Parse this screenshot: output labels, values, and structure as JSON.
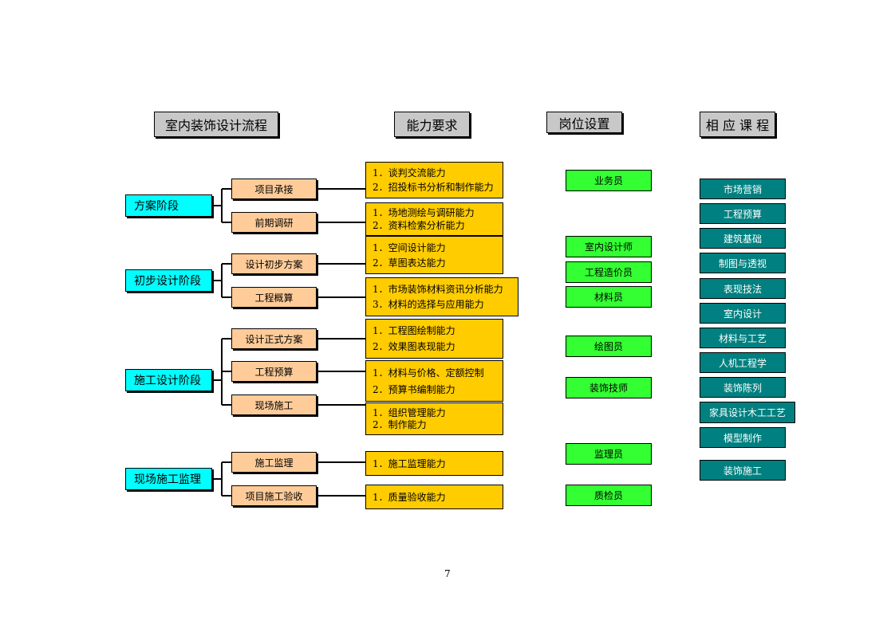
{
  "headers": {
    "process": "室内装饰设计流程",
    "ability": "能力要求",
    "position": "岗位设置",
    "courses": "相 应 课 程"
  },
  "stages": [
    {
      "label": "方案阶段"
    },
    {
      "label": "初步设计阶段"
    },
    {
      "label": "施工设计阶段"
    },
    {
      "label": "现场施工监理"
    }
  ],
  "substeps": [
    {
      "label": "项目承接"
    },
    {
      "label": "前期调研"
    },
    {
      "label": "设计初步方案"
    },
    {
      "label": "工程概算"
    },
    {
      "label": "设计正式方案"
    },
    {
      "label": "工程预算"
    },
    {
      "label": "现场施工"
    },
    {
      "label": "施工监理"
    },
    {
      "label": "项目施工验收"
    }
  ],
  "abilities": [
    {
      "lines": [
        "1．谈判交流能力",
        "2．招投标书分析和制作能力"
      ]
    },
    {
      "lines": [
        "1．场地测绘与调研能力",
        "2．资料检索分析能力"
      ]
    },
    {
      "lines": [
        "1．空间设计能力",
        "2．草图表达能力"
      ]
    },
    {
      "lines": [
        "1．市场装饰材料资讯分析能力",
        "3．材料的选择与应用能力"
      ]
    },
    {
      "lines": [
        "1．工程图绘制能力",
        "2．效果图表现能力"
      ]
    },
    {
      "lines": [
        "1．材料与价格、定额控制",
        "2．预算书编制能力"
      ]
    },
    {
      "lines": [
        "1．组织管理能力",
        "2．制作能力"
      ]
    },
    {
      "lines": [
        "1．施工监理能力"
      ]
    },
    {
      "lines": [
        "1．质量验收能力"
      ]
    }
  ],
  "positions": [
    {
      "label": "业务员"
    },
    {
      "label": "室内设计师"
    },
    {
      "label": "工程造价员"
    },
    {
      "label": "材料员"
    },
    {
      "label": "绘图员"
    },
    {
      "label": "装饰技师"
    },
    {
      "label": "监理员"
    },
    {
      "label": "质检员"
    }
  ],
  "courses": [
    {
      "label": "市场营销"
    },
    {
      "label": "工程预算"
    },
    {
      "label": "建筑基础"
    },
    {
      "label": "制图与透视"
    },
    {
      "label": "表现技法"
    },
    {
      "label": "室内设计"
    },
    {
      "label": "材料与工艺"
    },
    {
      "label": "人机工程学"
    },
    {
      "label": "装饰陈列"
    },
    {
      "label": "家具设计木工工艺"
    },
    {
      "label": "模型制作"
    },
    {
      "label": "装饰施工"
    }
  ],
  "page_number": "7",
  "colors": {
    "header": "#c8c8c8",
    "stage": "#00ffff",
    "substep": "#ffcc99",
    "ability": "#ffcc00",
    "position": "#33ff33",
    "course": "#008080"
  }
}
